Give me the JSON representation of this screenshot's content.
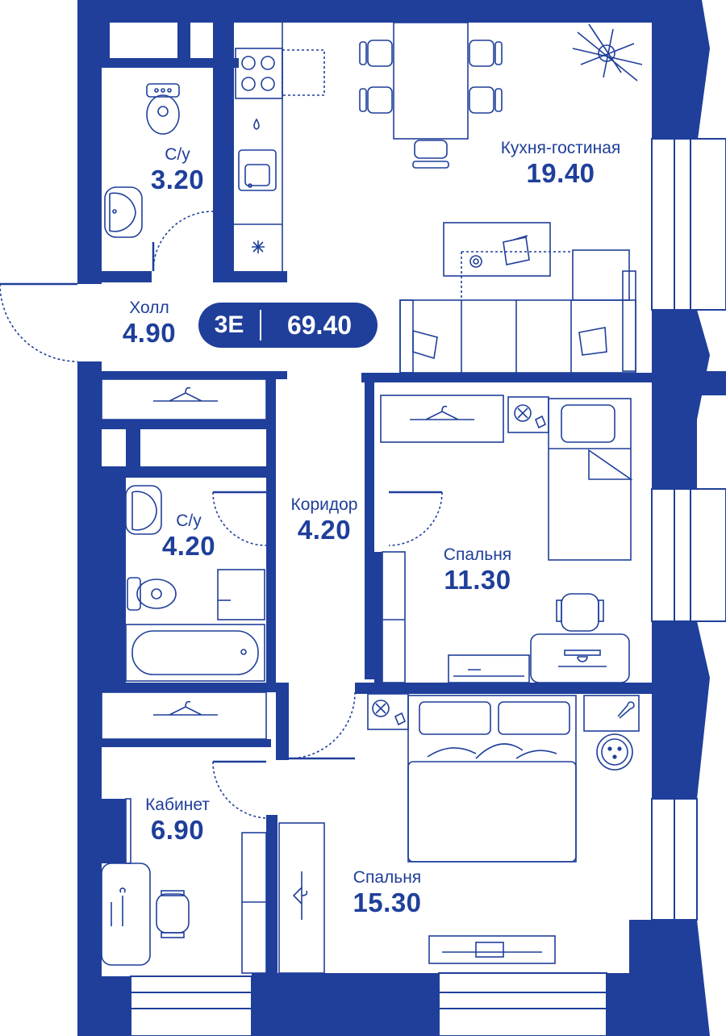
{
  "colors": {
    "wall": "#1f3f9a",
    "line": "#1f3f9a",
    "background": "#ffffff"
  },
  "apartment": {
    "code": "3E",
    "total_area": "69.40"
  },
  "rooms": [
    {
      "id": "bath1",
      "name": "С/у",
      "area": "3.20"
    },
    {
      "id": "kitchen",
      "name": "Кухня-гостиная",
      "area": "19.40"
    },
    {
      "id": "hall",
      "name": "Холл",
      "area": "4.90"
    },
    {
      "id": "corridor",
      "name": "Коридор",
      "area": "4.20"
    },
    {
      "id": "bath2",
      "name": "С/у",
      "area": "4.20"
    },
    {
      "id": "bedroom1",
      "name": "Спальня",
      "area": "11.30"
    },
    {
      "id": "office",
      "name": "Кабинет",
      "area": "6.90"
    },
    {
      "id": "bedroom2",
      "name": "Спальня",
      "area": "15.30"
    }
  ],
  "icons": [
    "hanger-icon",
    "toilet-icon",
    "sink-icon",
    "stove-icon",
    "fridge-icon",
    "bathtub-icon",
    "bed-icon",
    "chair-icon",
    "sofa-icon",
    "plant-icon",
    "washer-icon",
    "lamp-icon"
  ]
}
